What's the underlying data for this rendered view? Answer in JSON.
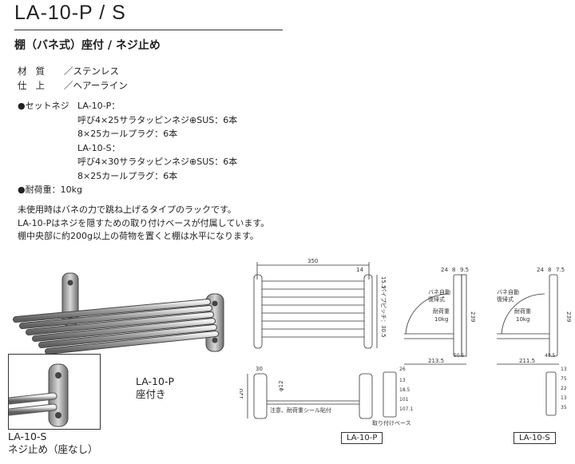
{
  "title": "LA-10-P / S",
  "subtitle": "棚（バネ式）座付 / ネジ止め",
  "specs": [
    {
      "label": "材質",
      "value": "／ステンレス"
    },
    {
      "label": "仕上",
      "value": "／ヘアーライン"
    }
  ],
  "set_screw_label": "●セットネジ",
  "set_screw_lines": [
    "LA-10-P：",
    "呼び4×25サラタッピンネジ⊕SUS：6本",
    "8×25カールプラグ：6本",
    "LA-10-S：",
    "呼び4×30サラタッピンネジ⊕SUS：6本",
    "8×25カールプラグ：6本"
  ],
  "load": "●耐荷重：10kg",
  "notes": [
    "未使用時はバネの力で跳ね上げるタイプのラックです。",
    "LA-10-Pはネジを隠すための取り付けベースが付属しています。",
    "棚中央部に約200g以上の荷物を置くと棚は水平になります。"
  ],
  "photo_main_caption": [
    "LA-10-P",
    "座付き"
  ],
  "photo_inset_caption": [
    "LA-10-S",
    "ネジ止め（座なし）"
  ],
  "drawing": {
    "width": "350",
    "dim_14": "14",
    "dim_15_5": "15.5",
    "pitch": "パイプピッチ：30.5",
    "phi12": "φ12",
    "dim_30": "30",
    "dim_120": "120",
    "seal": "注意、耐荷重シール貼付",
    "base": "取り付けベース",
    "p_top": [
      "24",
      "8",
      "9.5"
    ],
    "s_top": [
      "24",
      "8",
      "7.5"
    ],
    "spring": [
      "バネ自動",
      "復帰式"
    ],
    "load_arrow": [
      "耐荷重",
      "10kg"
    ],
    "p_depth": "213.5",
    "p_h1": "50.5",
    "p_h2": "239",
    "s_depth": "211.5",
    "s_h1": "48.5",
    "s_h2": "239",
    "p_small": [
      "26",
      "13",
      "18.5",
      "101",
      "107.1"
    ],
    "s_small": [
      "13",
      "75",
      "22",
      "13",
      "35"
    ],
    "label_p": "LA-10-P",
    "label_s": "LA-10-S"
  }
}
